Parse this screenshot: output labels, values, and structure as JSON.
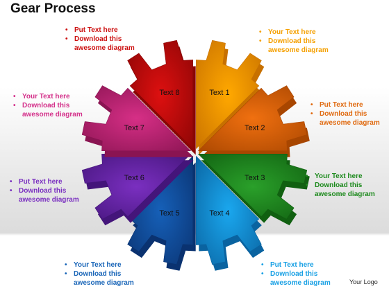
{
  "title": "Gear Process",
  "logo": "Your Logo",
  "segments": [
    {
      "label": "Text 1",
      "color": "#ffa800",
      "dark": "#c77000"
    },
    {
      "label": "Text 2",
      "color": "#f07010",
      "dark": "#a84600"
    },
    {
      "label": "Text 3",
      "color": "#2aa02a",
      "dark": "#116011"
    },
    {
      "label": "Text 4",
      "color": "#1aa7ee",
      "dark": "#0a63a0"
    },
    {
      "label": "Text 5",
      "color": "#1660b8",
      "dark": "#0a3270"
    },
    {
      "label": "Text 6",
      "color": "#7a2fc0",
      "dark": "#44157a"
    },
    {
      "label": "Text 7",
      "color": "#d62f86",
      "dark": "#8a1452"
    },
    {
      "label": "Text 8",
      "color": "#dd1010",
      "dark": "#8a0505"
    }
  ],
  "notes": [
    {
      "color": "#f5a000",
      "lines": [
        "Your Text here",
        "Download this",
        "awesome diagram"
      ]
    },
    {
      "color": "#e06a10",
      "lines": [
        "Put Text here",
        "Download this",
        "awesome diagram"
      ]
    },
    {
      "color": "#1d8a1d",
      "lines": [
        "Your Text here",
        "Download this",
        "awesome diagram"
      ]
    },
    {
      "color": "#18a0e4",
      "lines": [
        "Put Text here",
        "Download this",
        "awesome diagram"
      ]
    },
    {
      "color": "#1a66b8",
      "lines": [
        "Your Text here",
        "Download this",
        "awesome diagram"
      ]
    },
    {
      "color": "#7a30c0",
      "lines": [
        "Put Text here",
        "Download this",
        "awesome diagram"
      ]
    },
    {
      "color": "#d4308a",
      "lines": [
        "Your Text here",
        "Download this",
        "awesome diagram"
      ]
    },
    {
      "color": "#cc1010",
      "lines": [
        "Put Text here",
        "Download this",
        "awesome diagram"
      ]
    }
  ]
}
